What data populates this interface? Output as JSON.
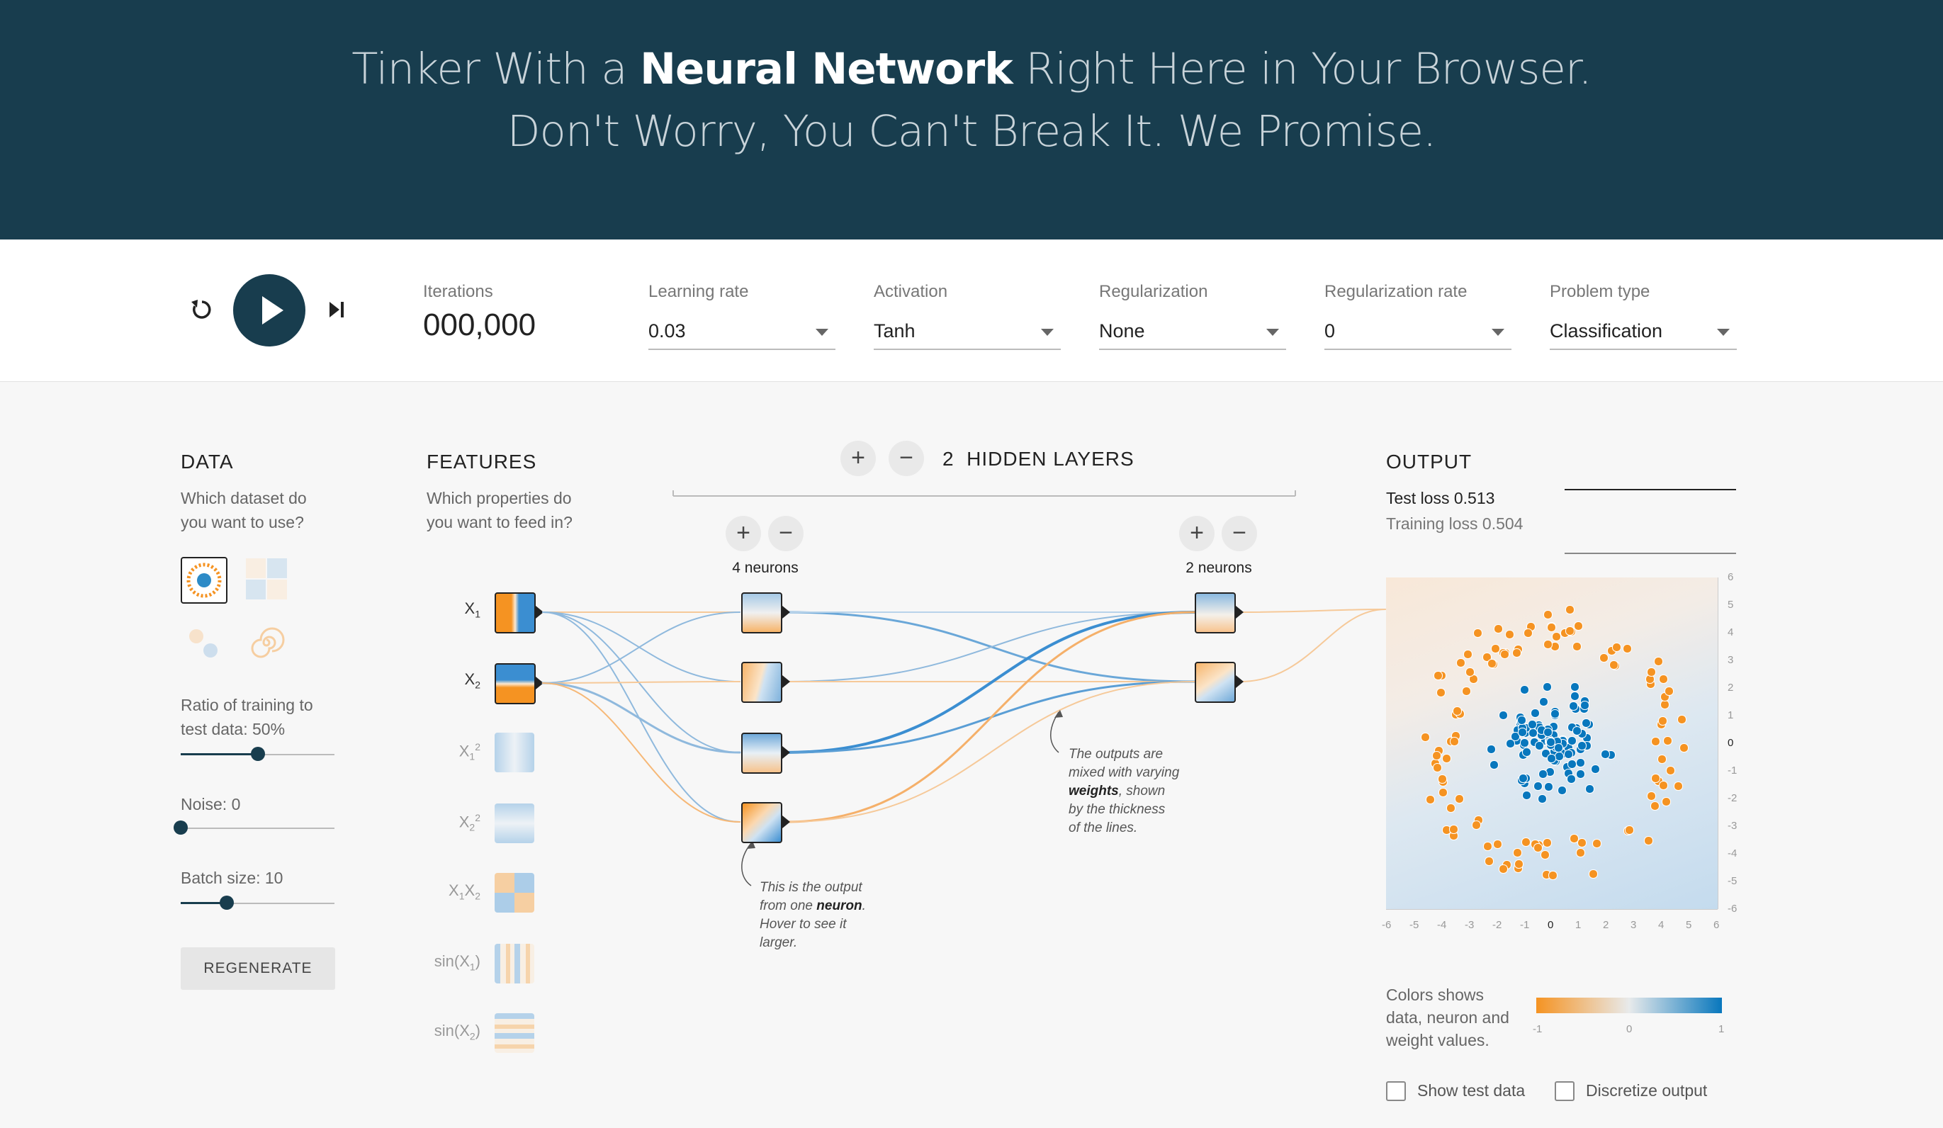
{
  "header": {
    "line1_pre": "Tinker With a ",
    "line1_bold": "Neural Network",
    "line1_post": " Right Here in Your Browser.",
    "line2": "Don't Worry, You Can't Break It. We Promise."
  },
  "controls": {
    "iterations_label": "Iterations",
    "iterations_value": "000,000",
    "learning_rate": {
      "label": "Learning rate",
      "value": "0.03"
    },
    "activation": {
      "label": "Activation",
      "value": "Tanh"
    },
    "regularization": {
      "label": "Regularization",
      "value": "None"
    },
    "regularization_rate": {
      "label": "Regularization rate",
      "value": "0"
    },
    "problem_type": {
      "label": "Problem type",
      "value": "Classification"
    }
  },
  "data_panel": {
    "title": "DATA",
    "subtitle_1": "Which dataset do",
    "subtitle_2": "you want to use?",
    "ratio_label_1": "Ratio of training to",
    "ratio_label_2": "test data:  50%",
    "ratio_value": 0.5,
    "noise_label": "Noise:  0",
    "noise_value": 0,
    "batch_label": "Batch size:  10",
    "batch_value": 0.3,
    "regenerate": "REGENERATE"
  },
  "features_panel": {
    "title": "FEATURES",
    "subtitle_1": "Which properties do",
    "subtitle_2": "you want to feed in?",
    "features": [
      {
        "base": "X",
        "sub": "1",
        "sup": ""
      },
      {
        "base": "X",
        "sub": "2",
        "sup": ""
      },
      {
        "base": "X",
        "sub": "1",
        "sup": "2"
      },
      {
        "base": "X",
        "sub": "2",
        "sup": "2"
      },
      {
        "base": "X",
        "sub": "1",
        "base2": "X",
        "sub2": "2"
      },
      {
        "base": "sin(X",
        "sub": "1",
        "close": ")"
      },
      {
        "base": "sin(X",
        "sub": "2",
        "close": ")"
      }
    ]
  },
  "network": {
    "hidden_count": "2",
    "hidden_label": "HIDDEN LAYERS",
    "layer1_neurons": "4 neurons",
    "layer2_neurons": "2 neurons",
    "annotation_neuron_1": "This is the output",
    "annotation_neuron_2a": "from one ",
    "annotation_neuron_2b": "neuron",
    "annotation_neuron_2c": ".",
    "annotation_neuron_3": "Hover to see it",
    "annotation_neuron_4": "larger.",
    "annotation_weights_1": "The outputs are",
    "annotation_weights_2": "mixed with varying",
    "annotation_weights_3a": "weights",
    "annotation_weights_3b": ", shown",
    "annotation_weights_4": "by the thickness",
    "annotation_weights_5": "of the lines."
  },
  "output_panel": {
    "title": "OUTPUT",
    "test_loss": "Test loss 0.513",
    "training_loss": "Training loss 0.504",
    "x_ticks": [
      "-6",
      "-5",
      "-4",
      "-3",
      "-2",
      "-1",
      "0",
      "1",
      "2",
      "3",
      "4",
      "5",
      "6"
    ],
    "y_ticks": [
      "6",
      "5",
      "4",
      "3",
      "2",
      "1",
      "0",
      "-1",
      "-2",
      "-3",
      "-4",
      "-5",
      "-6"
    ],
    "legend_text_1": "Colors shows",
    "legend_text_2": "data, neuron and",
    "legend_text_3": "weight values.",
    "legend_ticks": [
      "-1",
      "0",
      "1"
    ],
    "show_test_data": "Show test data",
    "discretize_output": "Discretize output"
  },
  "colors": {
    "header_bg": "#183d4e",
    "orange": "#f59322",
    "blue": "#0877bd"
  },
  "icons": [
    "reset-icon",
    "play-icon",
    "step-icon",
    "plus-icon",
    "minus-icon",
    "caret-down-icon"
  ]
}
